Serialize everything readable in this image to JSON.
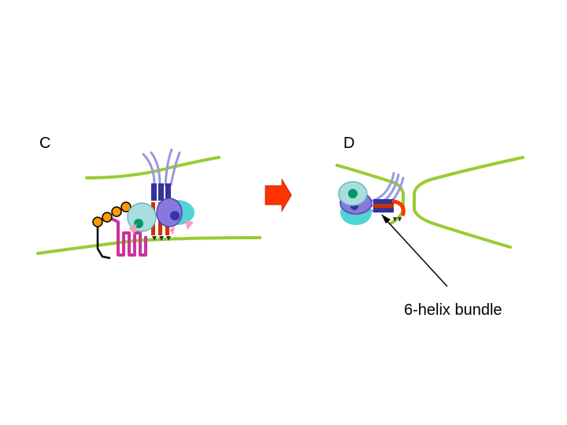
{
  "panels": {
    "left": {
      "letter": "C"
    },
    "right": {
      "letter": "D"
    }
  },
  "callout": {
    "text": "6-helix bundle"
  },
  "icons": {
    "transition_arrow": "right-arrow-icon"
  },
  "colors": {
    "membrane": "#99cc33",
    "arrow_fill": "#ff3300",
    "arrow_stroke": "#cc2200",
    "lavender_fiber": "#9999dd",
    "navy_rod": "#333399",
    "red_rod": "#cc3300",
    "orange_bead": "#ff9900",
    "magenta_coil": "#cc3399",
    "teal_cell": "#66bbbb",
    "teal_cell_light": "#aadddd",
    "cyan_cell": "#33cccc",
    "purple_cell": "#8877dd",
    "green_nucleus": "#009966",
    "blue_nucleus": "#3333aa",
    "pink_triangle": "#ff99bb",
    "dark_marker": "#333333"
  }
}
